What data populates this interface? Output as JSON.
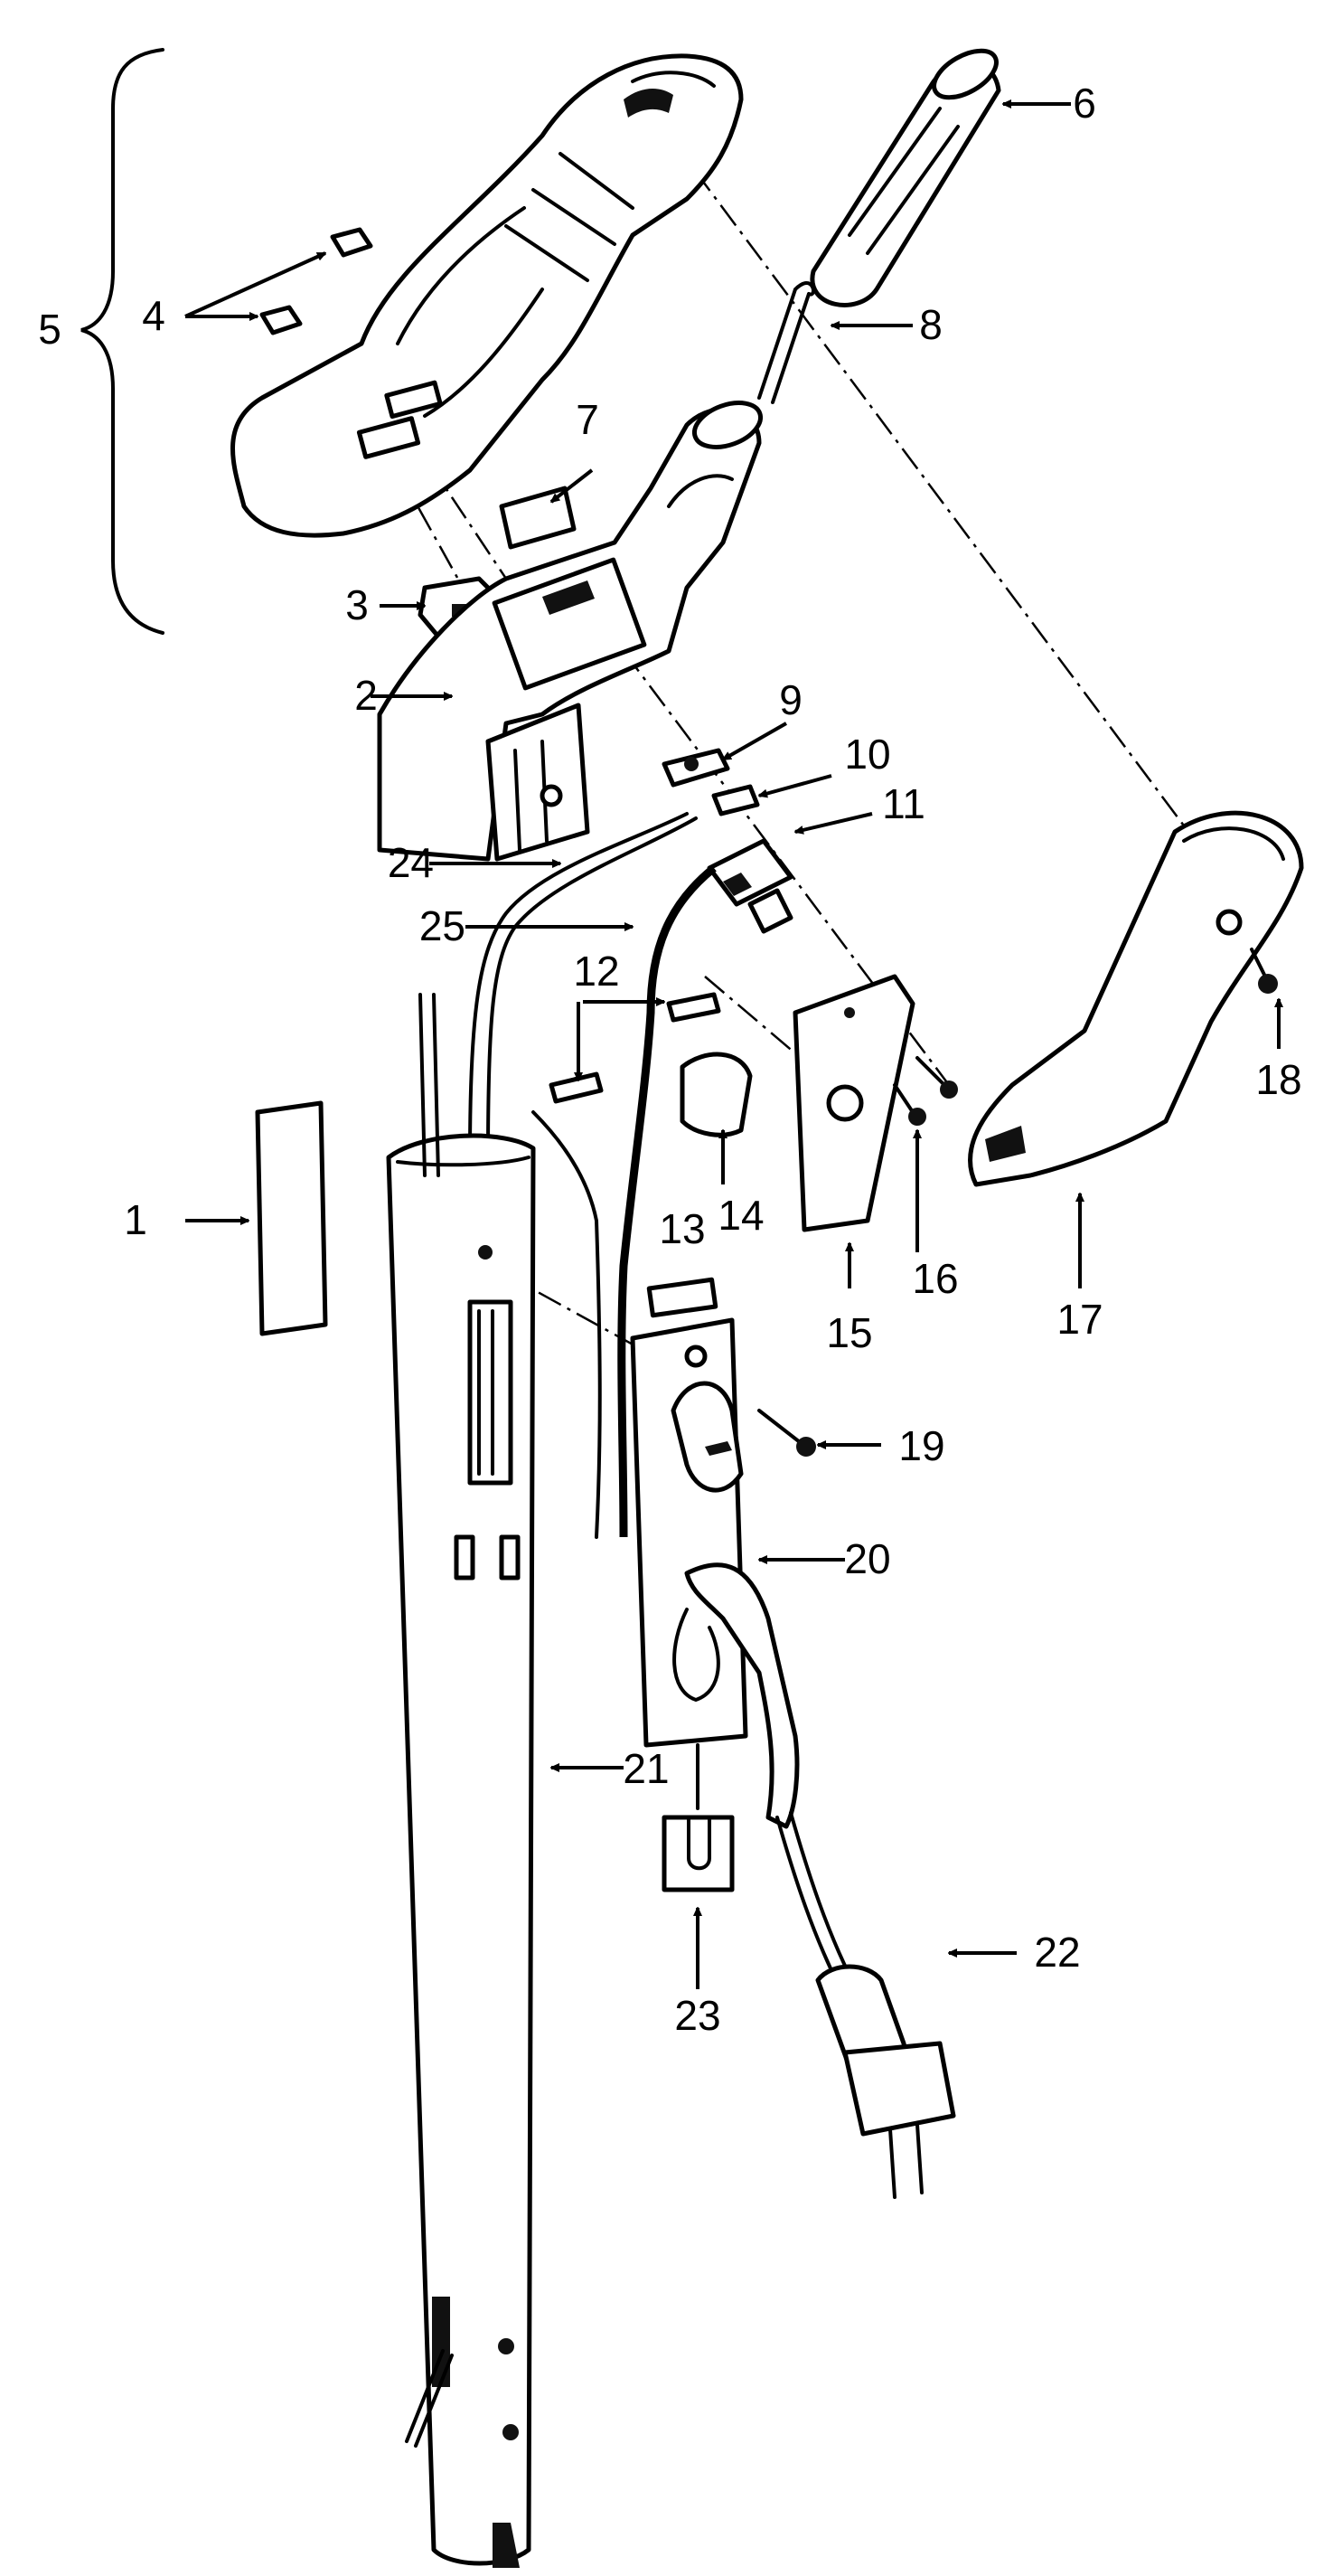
{
  "diagram": {
    "type": "exploded-parts-drawing",
    "callouts": [
      "1",
      "2",
      "3",
      "4",
      "5",
      "6",
      "7",
      "8",
      "9",
      "10",
      "11",
      "12",
      "13",
      "14",
      "15",
      "16",
      "17",
      "18",
      "19",
      "20",
      "21",
      "22",
      "23",
      "24",
      "25"
    ]
  }
}
